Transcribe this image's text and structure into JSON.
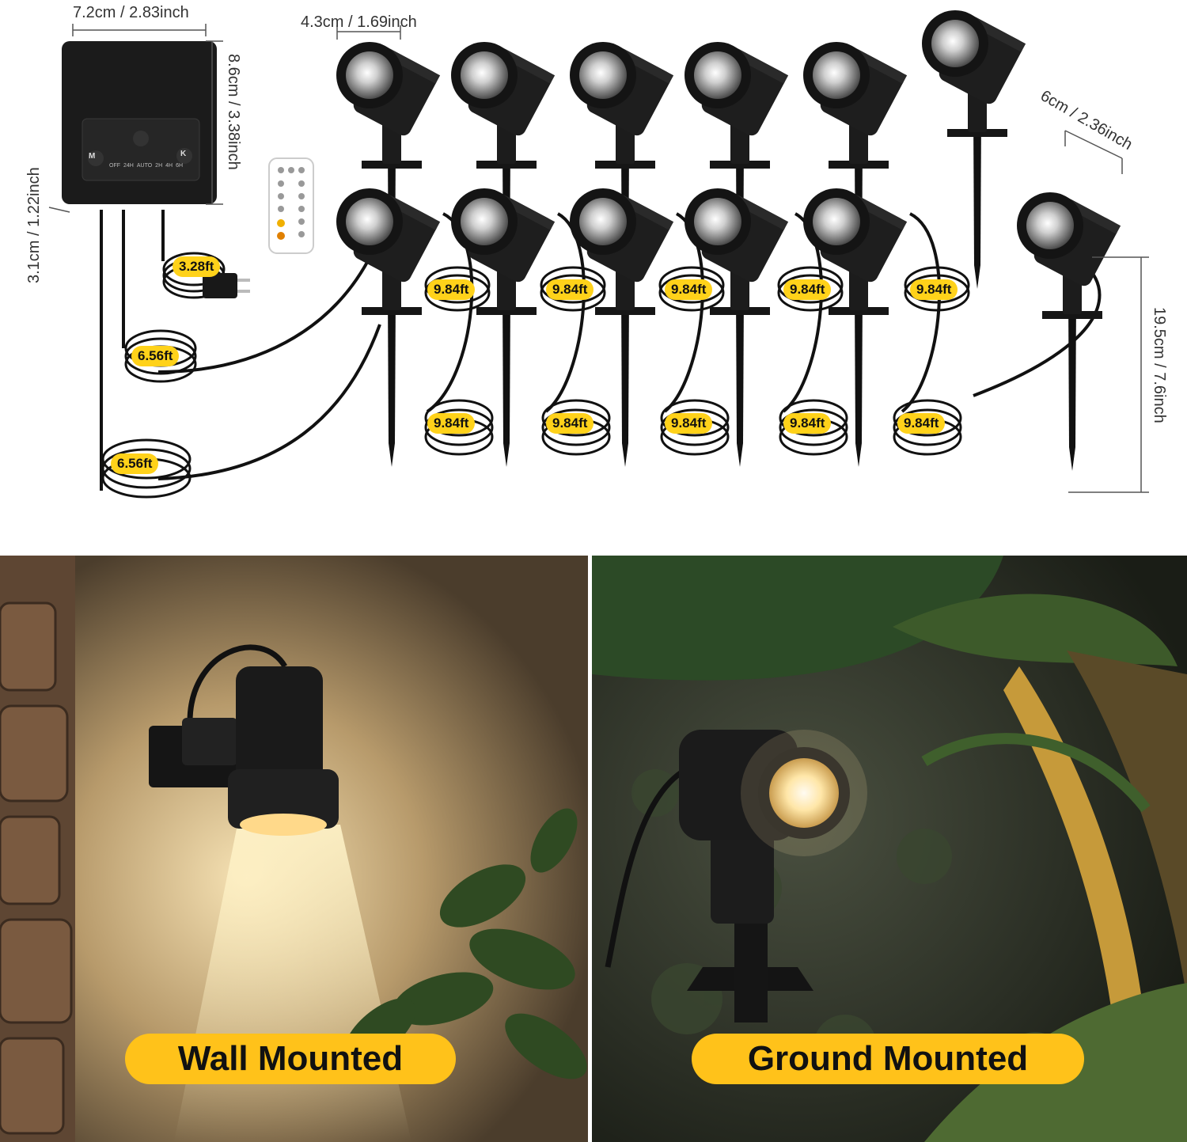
{
  "controller": {
    "width_label": "7.2cm / 2.83inch",
    "height_label": "8.6cm / 3.38inch",
    "depth_label": "3.1cm / 1.22inch",
    "buttons": {
      "m": "M",
      "k": "K"
    },
    "modes": [
      "OFF",
      "24H",
      "AUTO",
      "2H",
      "4H",
      "6H"
    ]
  },
  "light": {
    "head_width_label": "4.3cm / 1.69inch",
    "head_depth_label": "6cm / 2.36inch",
    "height_label": "19.5cm / 7.6inch"
  },
  "cables": {
    "plug_cable": "3.28ft",
    "extension_1": "6.56ft",
    "extension_2": "6.56ft",
    "upper_row": [
      "9.84ft",
      "9.84ft",
      "9.84ft",
      "9.84ft",
      "9.84ft"
    ],
    "lower_row": [
      "9.84ft",
      "9.84ft",
      "9.84ft",
      "9.84ft",
      "9.84ft"
    ]
  },
  "captions": {
    "left": "Wall Mounted",
    "right": "Ground Mounted"
  },
  "colors": {
    "accent": "#ffc21a",
    "product": "#1a1a1a"
  }
}
